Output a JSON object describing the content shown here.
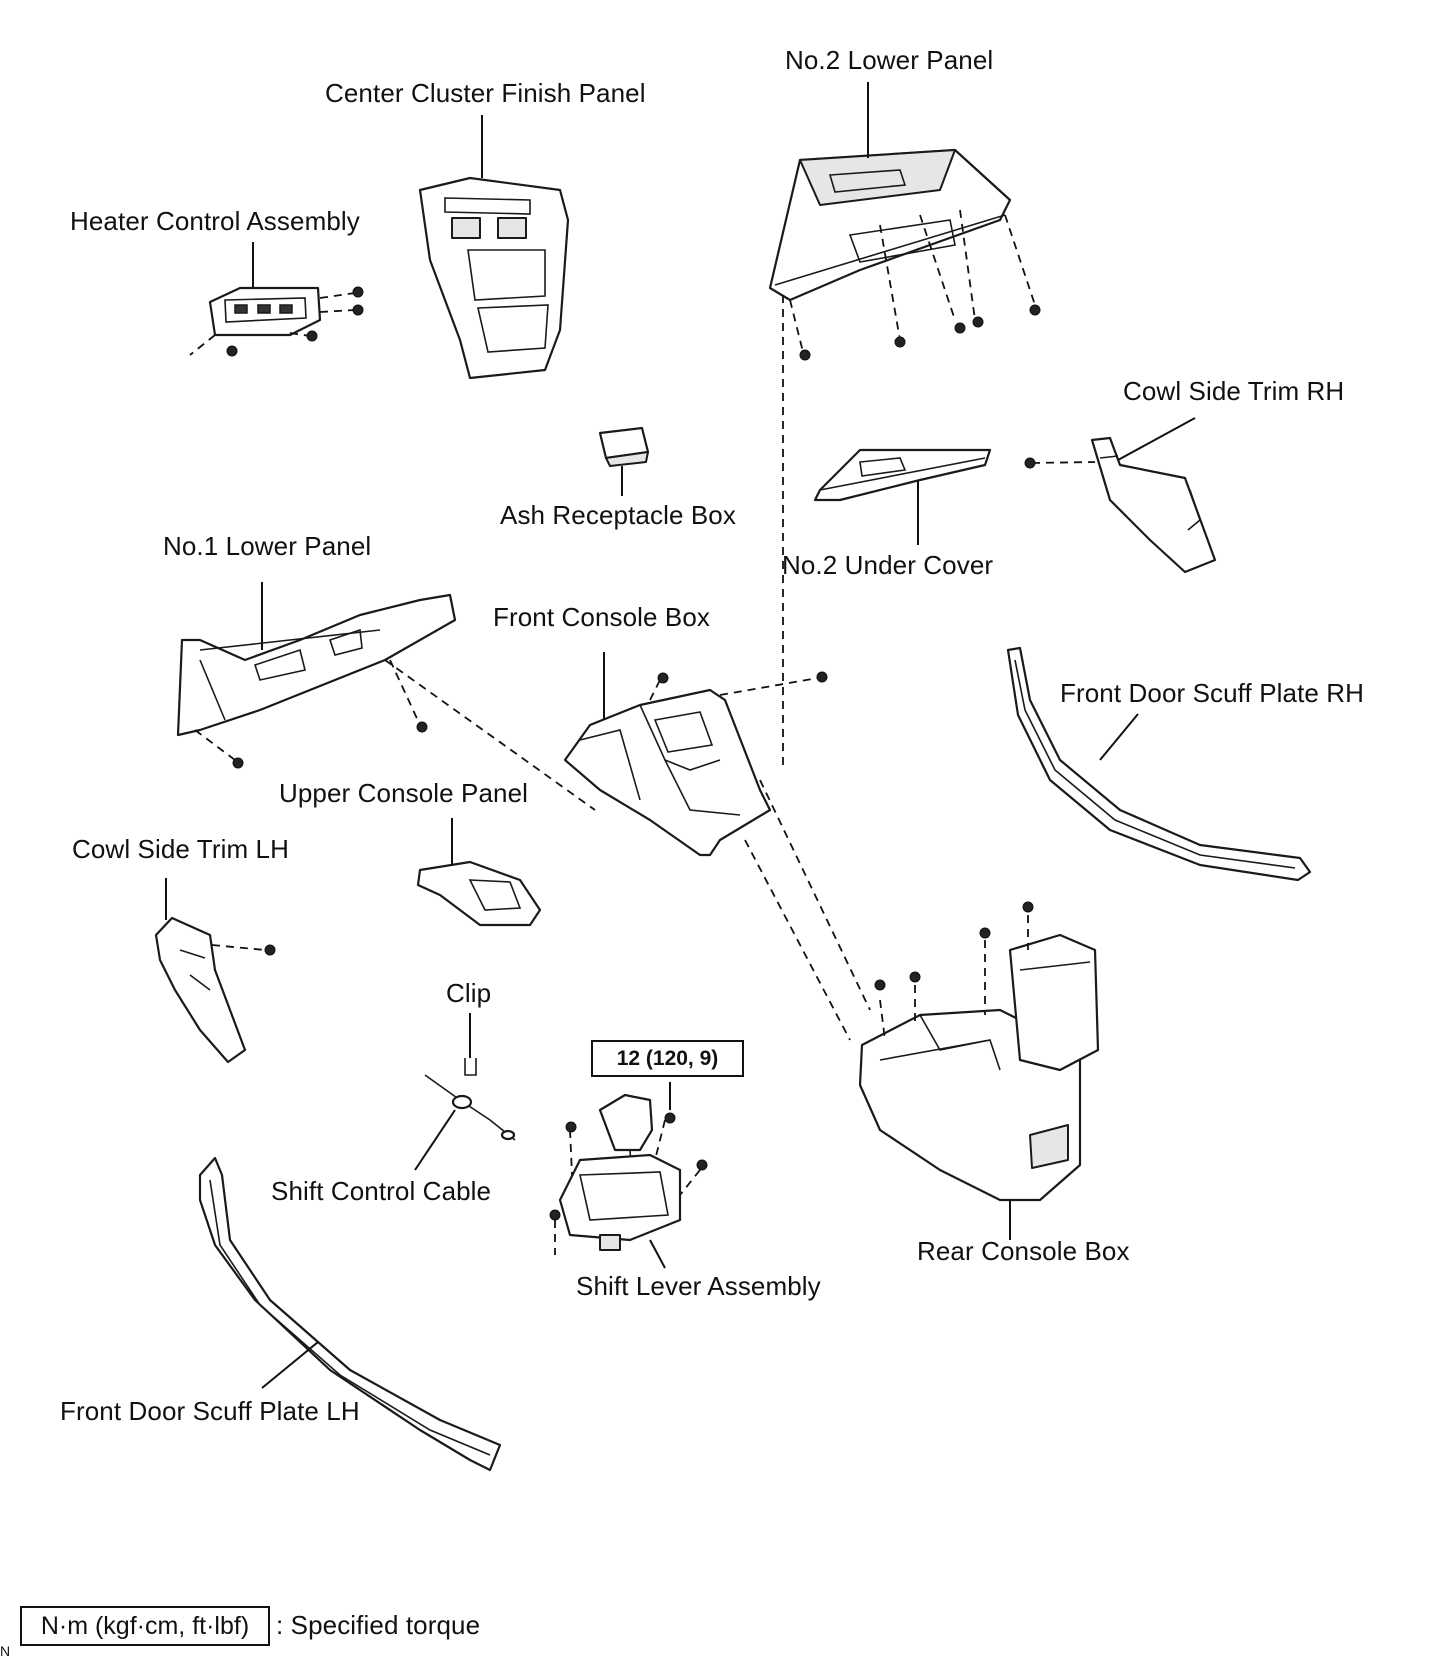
{
  "labels": {
    "no2_lower_panel": "No.2 Lower Panel",
    "center_cluster_finish_panel": "Center Cluster Finish Panel",
    "heater_control_assembly": "Heater Control Assembly",
    "cowl_side_trim_rh": "Cowl Side Trim RH",
    "ash_receptacle_box": "Ash Receptacle Box",
    "no2_under_cover": "No.2 Under Cover",
    "no1_lower_panel": "No.1 Lower Panel",
    "front_console_box": "Front Console Box",
    "front_door_scuff_plate_rh": "Front Door Scuff Plate RH",
    "upper_console_panel": "Upper Console Panel",
    "cowl_side_trim_lh": "Cowl Side Trim LH",
    "clip": "Clip",
    "shift_control_cable": "Shift Control Cable",
    "shift_lever_assembly": "Shift Lever Assembly",
    "rear_console_box": "Rear Console Box",
    "front_door_scuff_plate_lh": "Front Door Scuff Plate LH"
  },
  "torque_callout": "12 (120, 9)",
  "legend": {
    "box_text": "N·m (kgf·cm, ft·lbf)",
    "description": ": Specified torque"
  },
  "corner_mark": "N"
}
